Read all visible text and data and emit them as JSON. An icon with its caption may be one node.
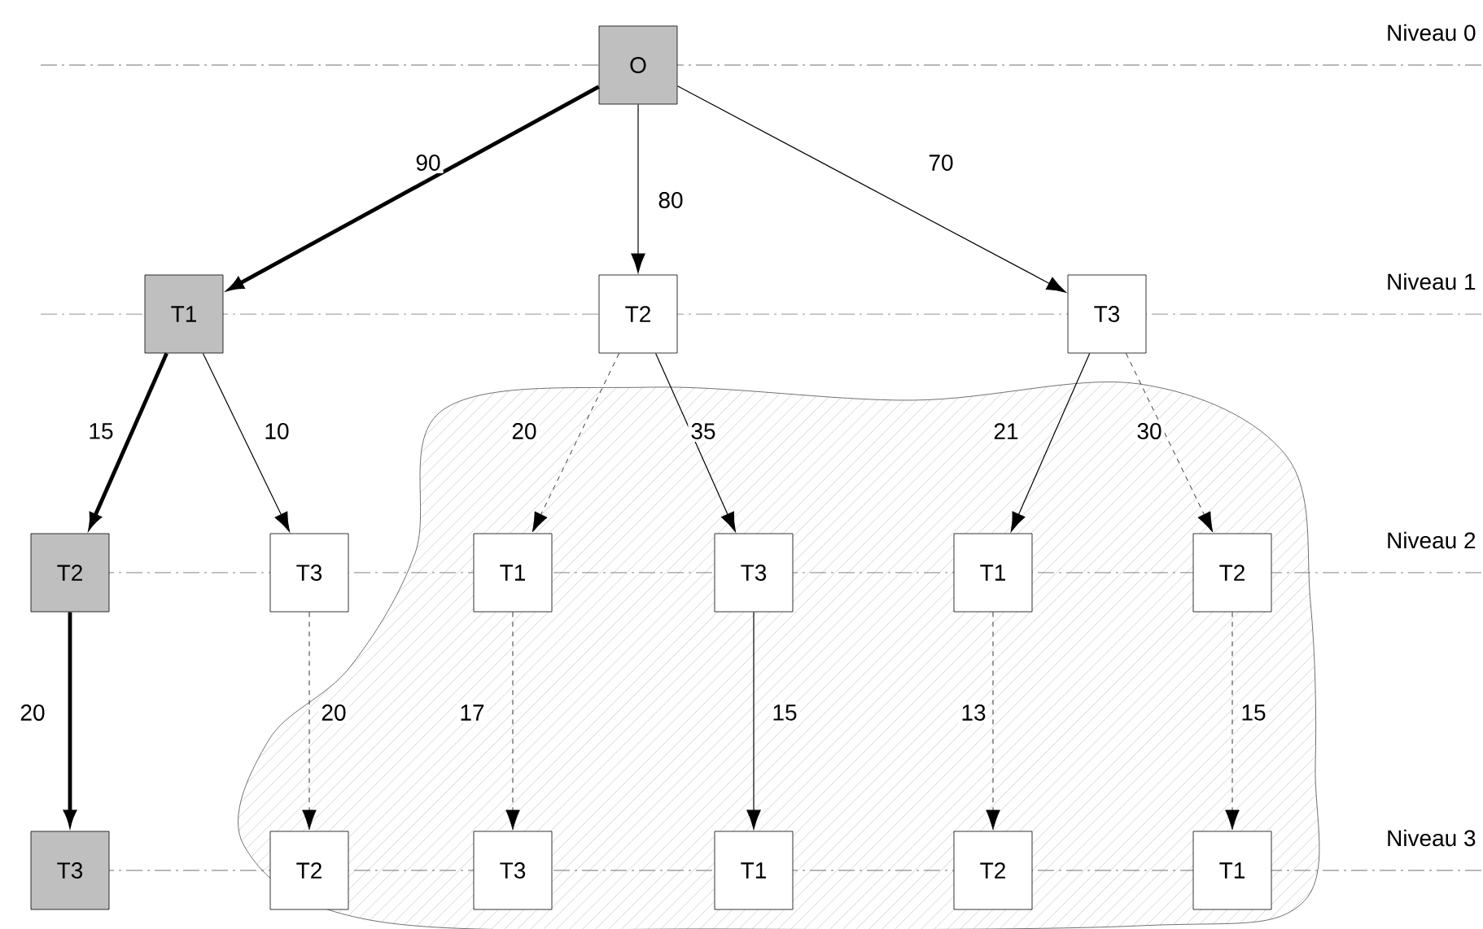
{
  "diagram": {
    "nodes": [
      {
        "text": [
          "O"
        ]
      },
      {
        "text": [
          "T1"
        ]
      },
      {
        "text": [
          "T2"
        ]
      },
      {
        "text": [
          "T3"
        ]
      },
      {
        "text": [
          "T2"
        ]
      },
      {
        "text": [
          "T3"
        ]
      },
      {
        "text": [
          "T1"
        ]
      },
      {
        "text": [
          "T3"
        ]
      },
      {
        "text": [
          "T1"
        ]
      },
      {
        "text": [
          "T2"
        ]
      },
      {
        "text": [
          "T3"
        ]
      },
      {
        "text": [
          "T2"
        ]
      },
      {
        "text": [
          "T3"
        ]
      },
      {
        "text": [
          "T1"
        ]
      },
      {
        "text": [
          "T2"
        ]
      },
      {
        "text": [
          "T1"
        ]
      }
    ],
    "edges": [
      {
        "from": 0,
        "to": 1,
        "arrow": "to",
        "label": "90",
        "style": "thick"
      },
      {
        "from": 0,
        "to": 2,
        "arrow": "to",
        "label": "80"
      },
      {
        "from": 0,
        "to": 3,
        "arrow": "to",
        "label": "70"
      },
      {
        "from": 1,
        "to": 4,
        "arrow": "to",
        "label": "15",
        "style": "thick"
      },
      {
        "from": 1,
        "to": 5,
        "arrow": "to",
        "label": "10"
      },
      {
        "from": 2,
        "to": 6,
        "arrow": "to",
        "label": "20",
        "style": "dashed"
      },
      {
        "from": 2,
        "to": 7,
        "arrow": "to",
        "label": "35"
      },
      {
        "from": 3,
        "to": 8,
        "arrow": "to",
        "label": "21"
      },
      {
        "from": 3,
        "to": 9,
        "arrow": "to",
        "label": "30",
        "style": "dashed"
      },
      {
        "from": 4,
        "to": 10,
        "arrow": "to",
        "label": "20",
        "style": "thick"
      },
      {
        "from": 5,
        "to": 11,
        "arrow": "to",
        "label": "20",
        "style": "dashed"
      },
      {
        "from": 6,
        "to": 12,
        "arrow": "to",
        "label": "17",
        "style": "dashed"
      },
      {
        "from": 7,
        "to": 13,
        "arrow": "to",
        "label": "15"
      },
      {
        "from": 8,
        "to": 14,
        "arrow": "to",
        "label": "13",
        "style": "dashed"
      },
      {
        "from": 9,
        "to": 15,
        "arrow": "to",
        "label": "15",
        "style": "dashed"
      }
    ],
    "labels": [
      "Niveau 0",
      "Niveau 1",
      "Niveau 2",
      "Niveau 3"
    ]
  }
}
